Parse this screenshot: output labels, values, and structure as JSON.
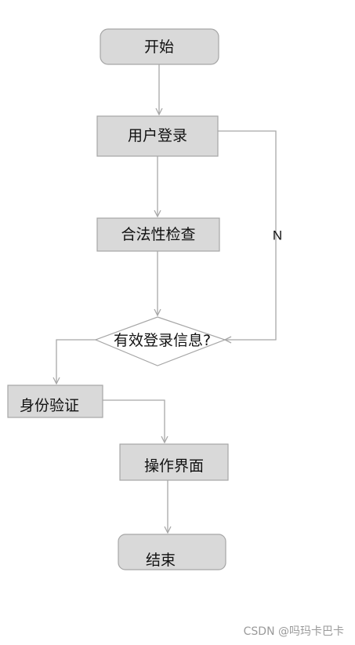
{
  "flowchart": {
    "nodes": {
      "start": "开始",
      "login": "用户登录",
      "legality_check": "合法性检查",
      "valid_info_decision": "有效登录信息?",
      "identity_verify": "身份验证",
      "operation_ui": "操作界面",
      "end": "结束"
    },
    "edge_labels": {
      "no": "N"
    },
    "colors": {
      "node_fill": "#d9d9d9",
      "node_border": "#a6a6a6",
      "edge": "#a8a8a8"
    }
  },
  "watermark": "CSDN @吗玛卡巴卡"
}
